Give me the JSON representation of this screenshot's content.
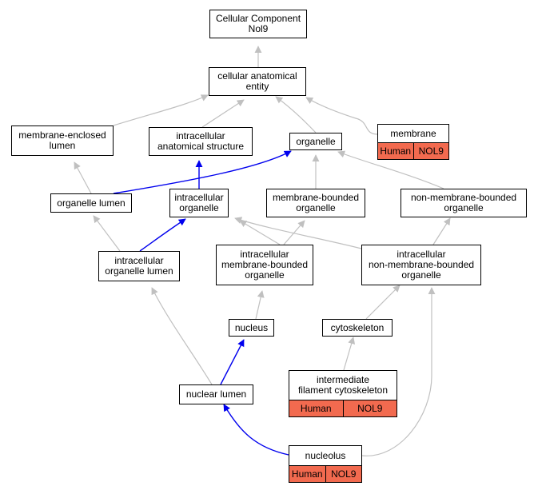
{
  "colors": {
    "is_a_edge": "#c0c0c0",
    "part_of_edge": "#0000ee",
    "annotation_badge": "#f26a4f",
    "node_border": "#000000",
    "background": "#ffffff"
  },
  "nodes": {
    "cellular_component": {
      "lines": [
        "Cellular Component",
        "Nol9"
      ]
    },
    "cellular_anatomical_entity": {
      "lines": [
        "cellular anatomical",
        "entity"
      ]
    },
    "membrane_enclosed_lumen": {
      "lines": [
        "membrane-enclosed",
        "lumen"
      ]
    },
    "intracellular_anatomical_structure": {
      "lines": [
        "intracellular",
        "anatomical structure"
      ]
    },
    "organelle": {
      "lines": [
        "organelle"
      ]
    },
    "membrane": {
      "lines": [
        "membrane"
      ],
      "badges": [
        "Human",
        "NOL9"
      ]
    },
    "organelle_lumen": {
      "lines": [
        "organelle lumen"
      ]
    },
    "intracellular_organelle": {
      "lines": [
        "intracellular",
        "organelle"
      ]
    },
    "membrane_bounded_organelle": {
      "lines": [
        "membrane-bounded",
        "organelle"
      ]
    },
    "non_membrane_bounded_organelle": {
      "lines": [
        "non-membrane-bounded",
        "organelle"
      ]
    },
    "intracellular_organelle_lumen": {
      "lines": [
        "intracellular",
        "organelle lumen"
      ]
    },
    "intracellular_membrane_bounded_organelle": {
      "lines": [
        "intracellular",
        "membrane-bounded",
        "organelle"
      ]
    },
    "intracellular_non_membrane_bounded_organelle": {
      "lines": [
        "intracellular",
        "non-membrane-bounded",
        "organelle"
      ]
    },
    "nucleus": {
      "lines": [
        "nucleus"
      ]
    },
    "cytoskeleton": {
      "lines": [
        "cytoskeleton"
      ]
    },
    "intermediate_filament_cytoskeleton": {
      "lines": [
        "intermediate",
        "filament cytoskeleton"
      ],
      "badges": [
        "Human",
        "NOL9"
      ]
    },
    "nuclear_lumen": {
      "lines": [
        "nuclear lumen"
      ]
    },
    "nucleolus": {
      "lines": [
        "nucleolus"
      ],
      "badges": [
        "Human",
        "NOL9"
      ]
    }
  },
  "edges": [
    {
      "from": "cellular_anatomical_entity",
      "to": "cellular_component",
      "type": "is_a"
    },
    {
      "from": "membrane_enclosed_lumen",
      "to": "cellular_anatomical_entity",
      "type": "is_a"
    },
    {
      "from": "intracellular_anatomical_structure",
      "to": "cellular_anatomical_entity",
      "type": "is_a"
    },
    {
      "from": "organelle",
      "to": "cellular_anatomical_entity",
      "type": "is_a"
    },
    {
      "from": "membrane",
      "to": "cellular_anatomical_entity",
      "type": "is_a"
    },
    {
      "from": "organelle_lumen",
      "to": "membrane_enclosed_lumen",
      "type": "is_a"
    },
    {
      "from": "organelle_lumen",
      "to": "organelle",
      "type": "part_of"
    },
    {
      "from": "intracellular_organelle",
      "to": "intracellular_anatomical_structure",
      "type": "part_of"
    },
    {
      "from": "membrane_bounded_organelle",
      "to": "organelle",
      "type": "is_a"
    },
    {
      "from": "non_membrane_bounded_organelle",
      "to": "organelle",
      "type": "is_a"
    },
    {
      "from": "intracellular_organelle_lumen",
      "to": "organelle_lumen",
      "type": "is_a"
    },
    {
      "from": "intracellular_organelle_lumen",
      "to": "intracellular_organelle",
      "type": "part_of"
    },
    {
      "from": "intracellular_membrane_bounded_organelle",
      "to": "intracellular_organelle",
      "type": "is_a"
    },
    {
      "from": "intracellular_membrane_bounded_organelle",
      "to": "membrane_bounded_organelle",
      "type": "is_a"
    },
    {
      "from": "intracellular_non_membrane_bounded_organelle",
      "to": "intracellular_organelle",
      "type": "is_a"
    },
    {
      "from": "intracellular_non_membrane_bounded_organelle",
      "to": "non_membrane_bounded_organelle",
      "type": "is_a"
    },
    {
      "from": "nucleus",
      "to": "intracellular_membrane_bounded_organelle",
      "type": "is_a"
    },
    {
      "from": "cytoskeleton",
      "to": "intracellular_non_membrane_bounded_organelle",
      "type": "is_a"
    },
    {
      "from": "intermediate_filament_cytoskeleton",
      "to": "cytoskeleton",
      "type": "is_a"
    },
    {
      "from": "nuclear_lumen",
      "to": "intracellular_organelle_lumen",
      "type": "is_a"
    },
    {
      "from": "nuclear_lumen",
      "to": "nucleus",
      "type": "part_of"
    },
    {
      "from": "nucleolus",
      "to": "nuclear_lumen",
      "type": "part_of"
    },
    {
      "from": "nucleolus",
      "to": "intracellular_non_membrane_bounded_organelle",
      "type": "is_a"
    }
  ]
}
